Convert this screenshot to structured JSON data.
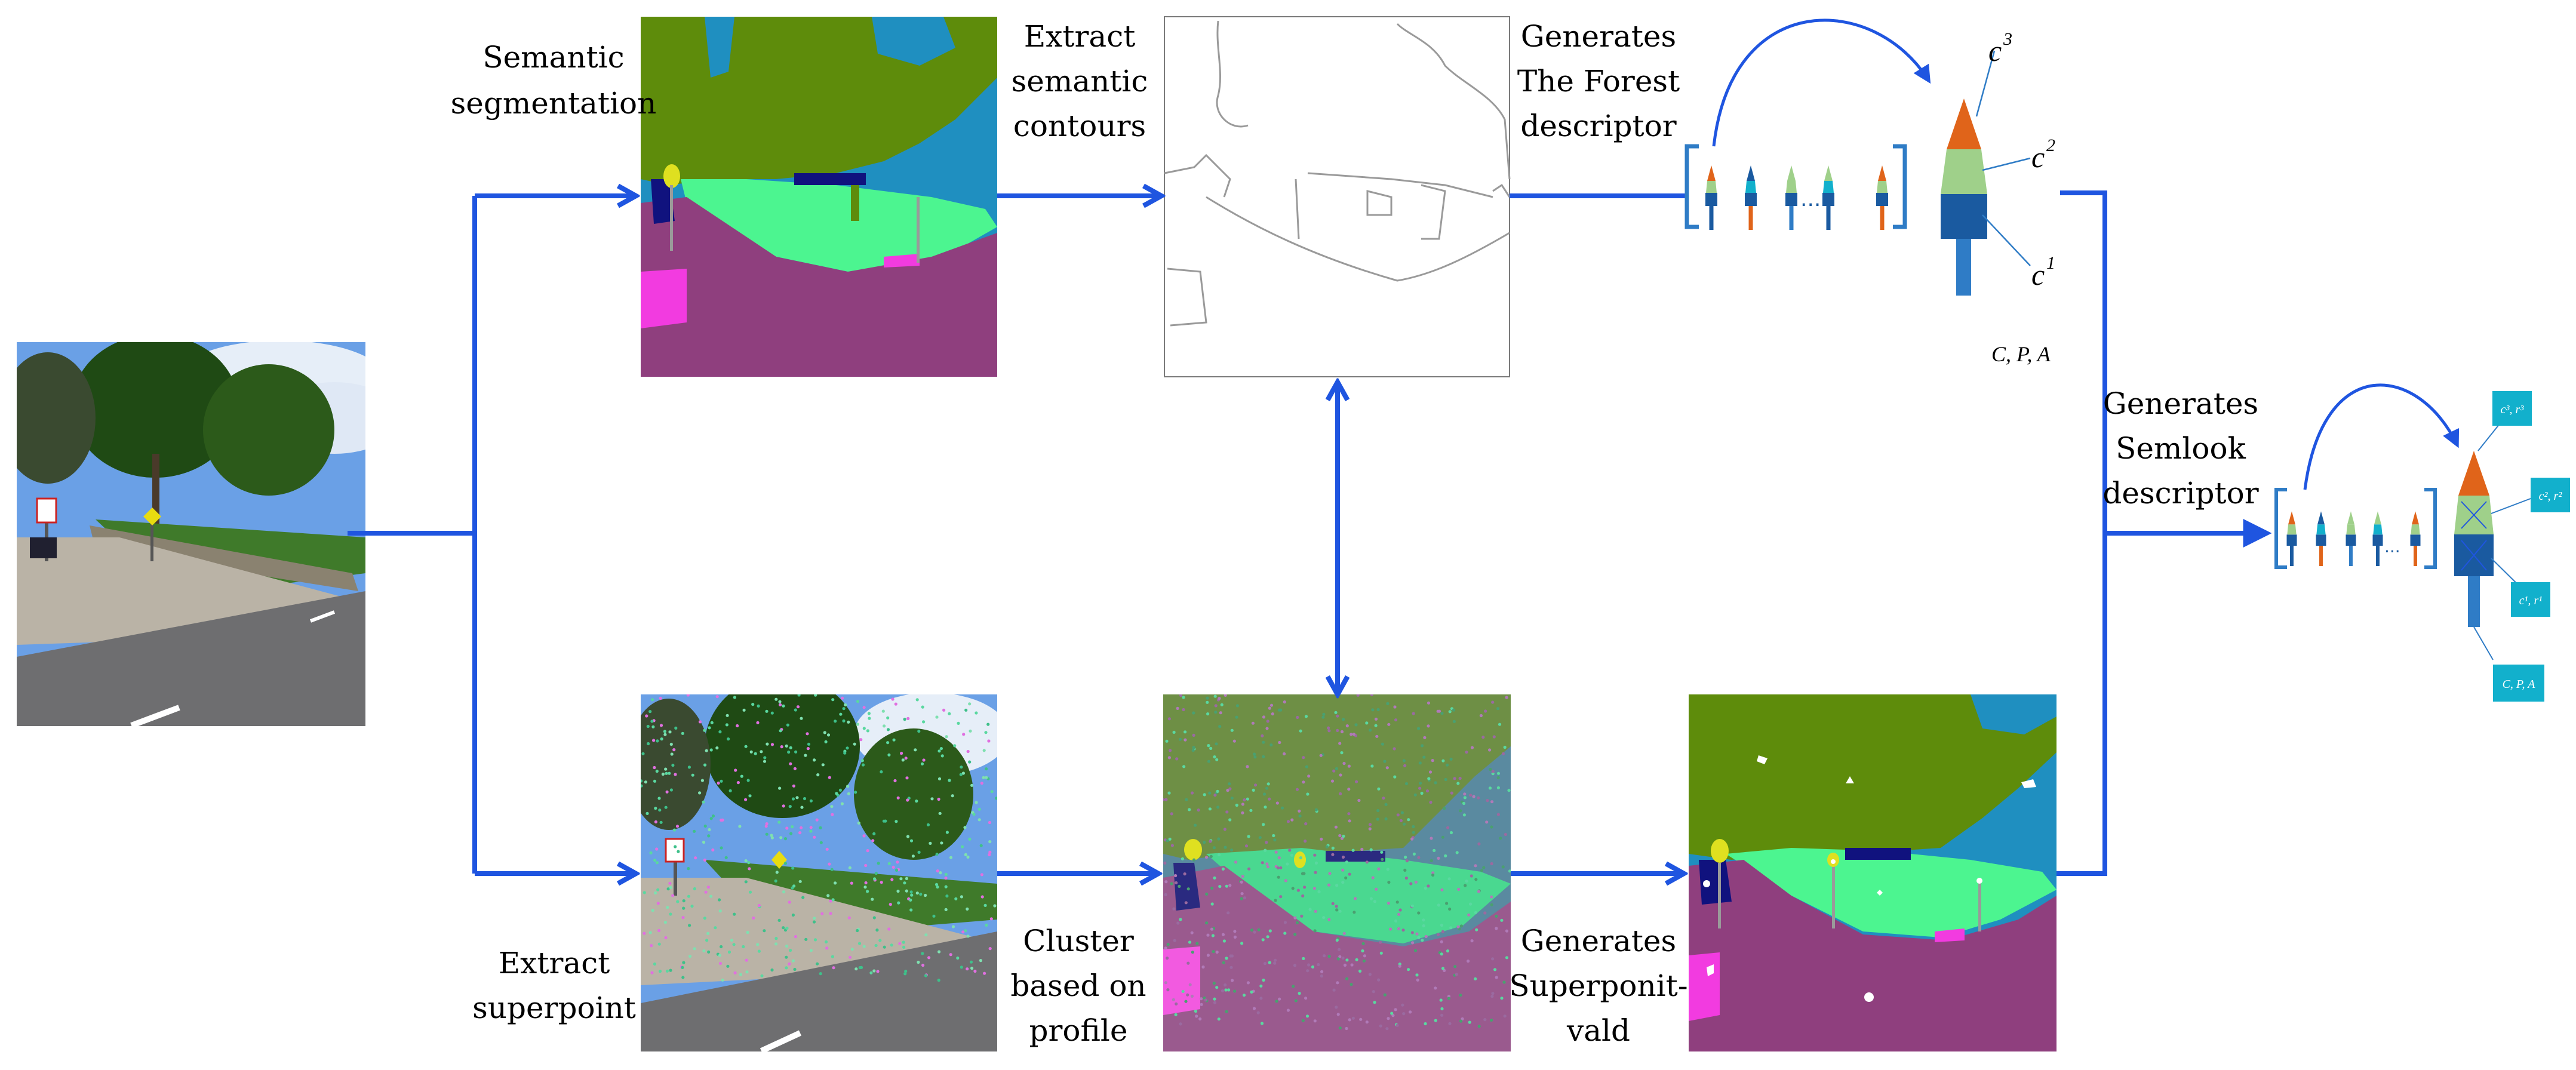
{
  "labels": {
    "semantic_segmentation": [
      "Semantic",
      "segmentation"
    ],
    "extract_contours": [
      "Extract",
      "semantic",
      "contours"
    ],
    "generates_forest": [
      "Generates",
      "The Forest",
      "descriptor"
    ],
    "generates_semlook": [
      "Generates",
      "Semlook",
      "descriptor"
    ],
    "extract_superpoint": [
      "Extract",
      "superpoint"
    ],
    "cluster_profile": [
      "Cluster",
      "based on",
      "profile"
    ],
    "generates_superpoint_vald": [
      "Generates",
      "Superponit-",
      "vald"
    ]
  },
  "tree_labels": {
    "c3": "c",
    "c3_sup": "3",
    "c2": "c",
    "c2_sup": "2",
    "c1": "c",
    "c1_sup": "1",
    "cpa": "C, P, A"
  },
  "ellipsis": "...",
  "semlook_boxes": [
    "c³, r³",
    "c², r²",
    "c¹, r¹",
    "C, P, A"
  ],
  "colors": {
    "arrow": "#1f55e0",
    "sky": "#1f8fc0",
    "vegetation": "#5e8c0b",
    "terrain": "#4cf590",
    "road": "#8f3f7e",
    "sidewalk": "#f23be0",
    "sign": "#dfe020",
    "car": "#10127e",
    "tree_orange": "#e0641a",
    "tree_light_green": "#9fd08a",
    "tree_dark_blue": "#1a5aa0",
    "tree_trunk": "#2f7cc6",
    "box_cyan": "#12b0cc"
  }
}
